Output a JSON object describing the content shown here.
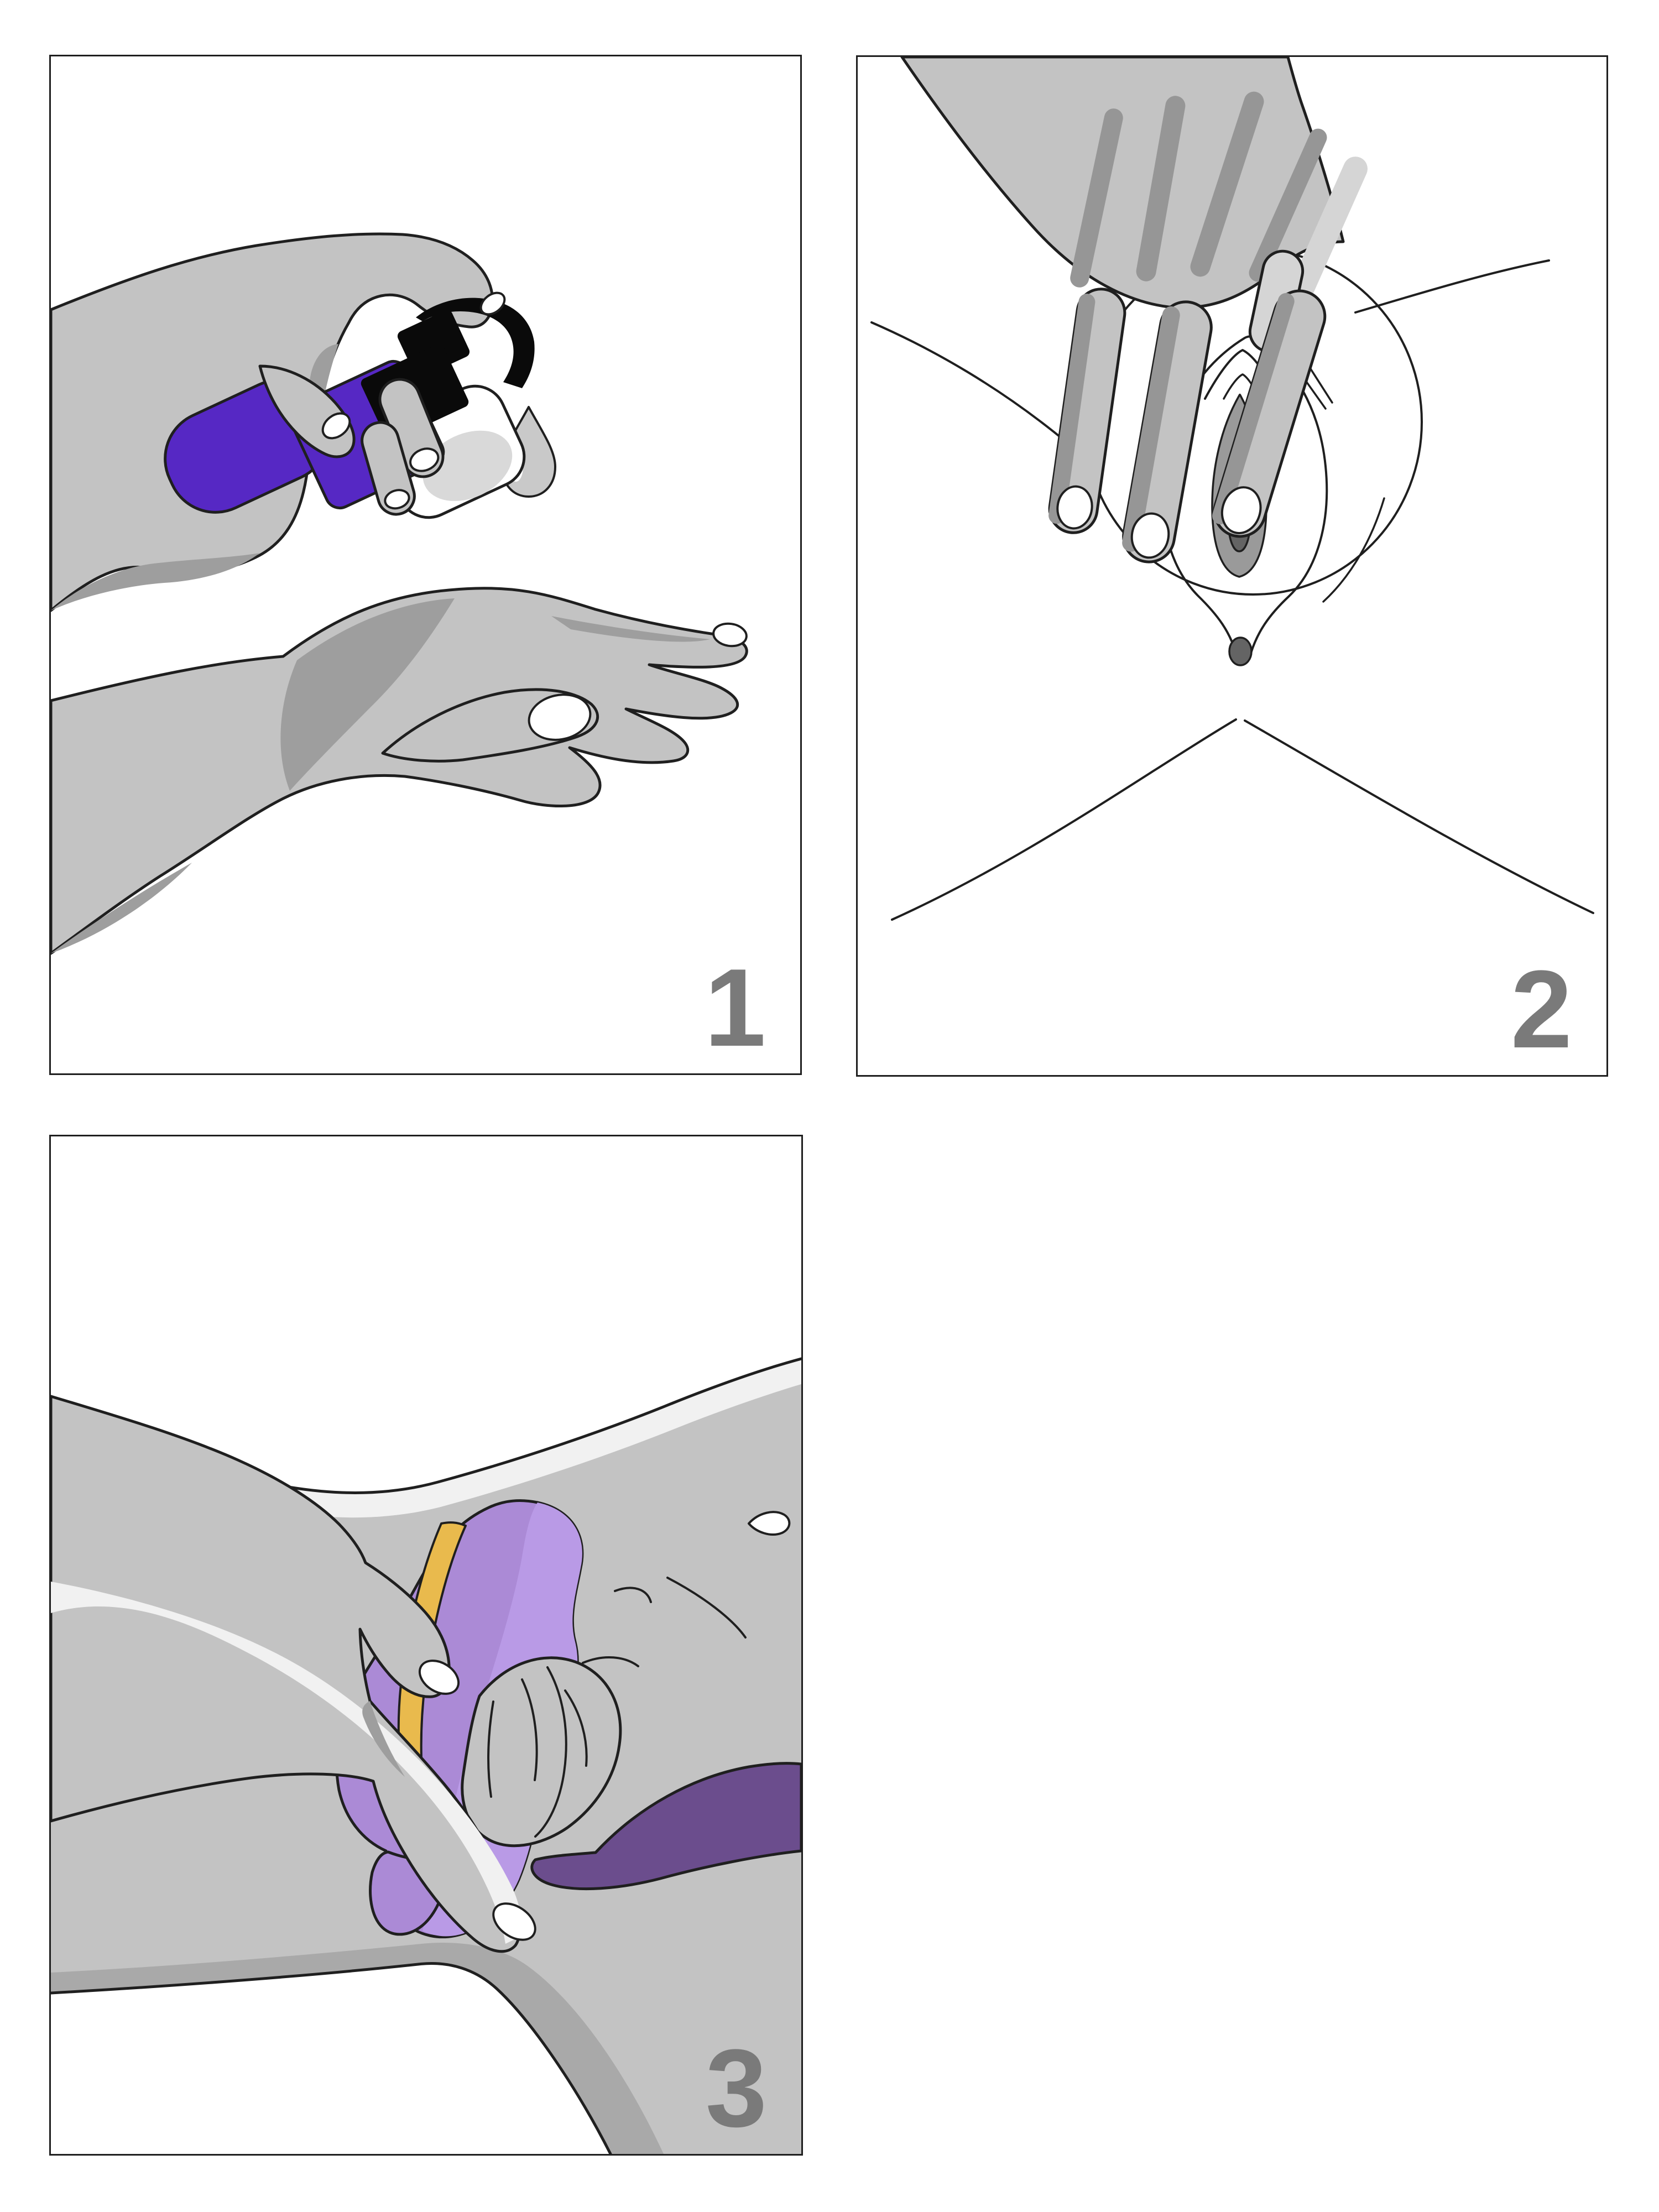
{
  "document": {
    "type": "illustrated-instruction-sheet",
    "background": "#ffffff",
    "panel_count": 3
  },
  "panels": [
    {
      "number": "1",
      "name": "step-1-dispense-lubricant",
      "illustration": "hand squeezing purple pump bottle, drop of lubricant falling onto open palm"
    },
    {
      "number": "2",
      "name": "step-2-apply",
      "illustration": "hand with fingers applying lubricant over vulva line art"
    },
    {
      "number": "3",
      "name": "step-3-place-device",
      "illustration": "fingers placing lavender wearable device with gold stripe and dark purple insertable tail"
    }
  ],
  "colors": {
    "background": "#ffffff",
    "outline": "#1f1f1f",
    "skin": "#c3c3c3",
    "skin_shadow": "#9e9e9e",
    "skin_streak": "#969696",
    "skin_pale": "#d5d5d5",
    "skin_highlight": "#f1f1f1",
    "torso_band": "#a9a9a9",
    "nail": "#ffffff",
    "bottle_purple": "#5628c4",
    "pump_black": "#0a0a0a",
    "drop_gray": "#c9c9c9",
    "clear_shade": "#d9d9d9",
    "device_lavender": "#b99ae6",
    "device_lavender_dark": "#ab8ad6",
    "device_gold": "#e9ba4d",
    "device_tail": "#6b4d8d",
    "inner_gray": "#9a9a9a",
    "dark_gray": "#646464",
    "number_gray": "#7a7a7a"
  }
}
